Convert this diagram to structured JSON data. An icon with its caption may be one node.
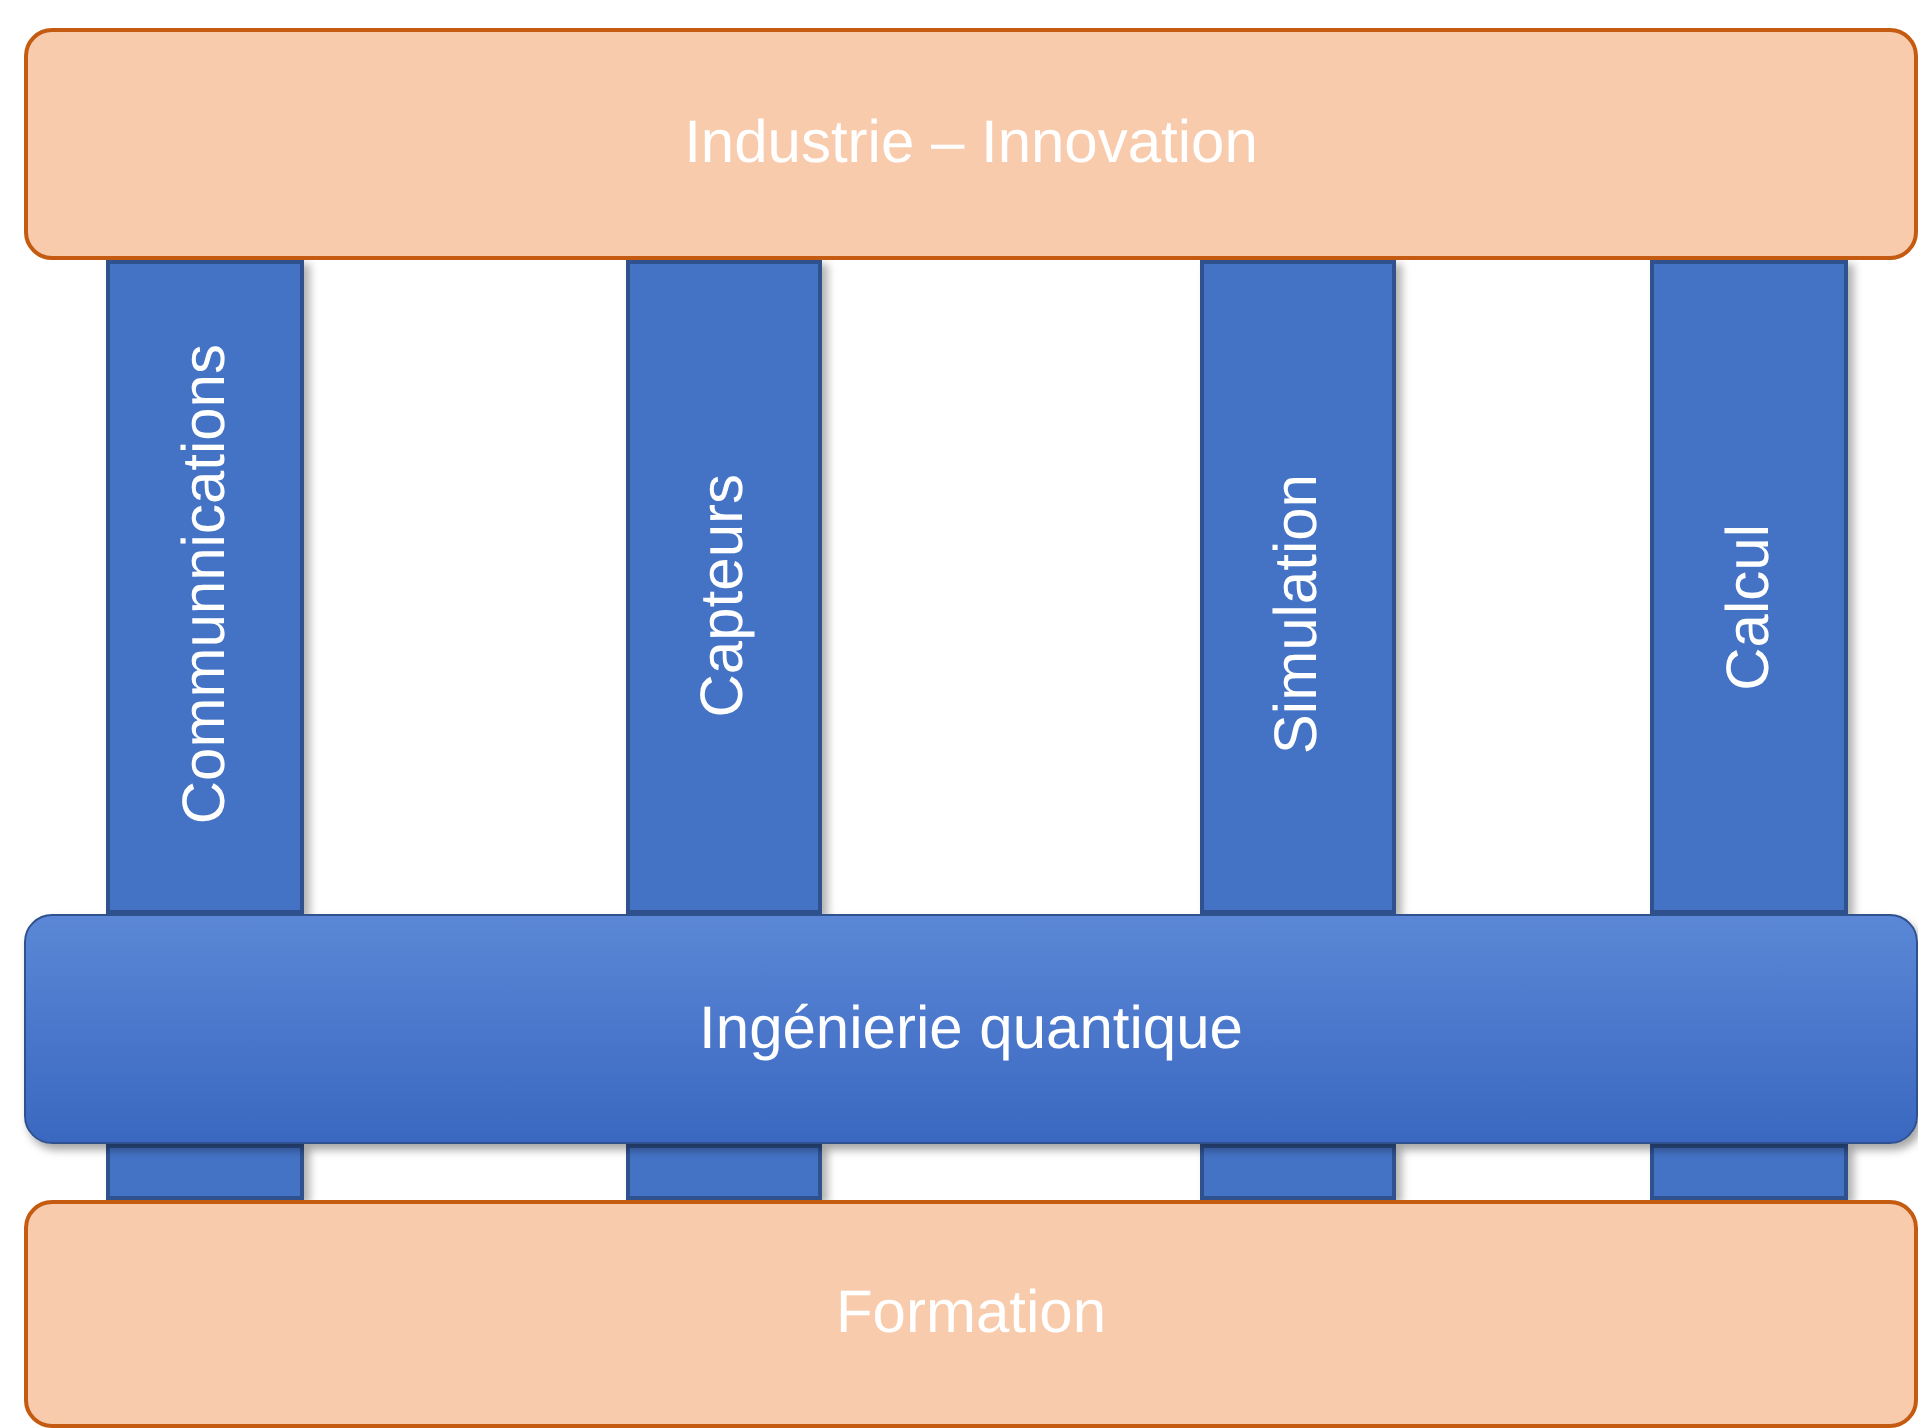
{
  "diagram": {
    "nodes": [
      {
        "text": [
          "Industrie – Innovation"
        ]
      },
      {
        "text": [
          "Communnications"
        ]
      },
      {
        "text": [
          "Capteurs"
        ]
      },
      {
        "text": [
          "Simulation"
        ]
      },
      {
        "text": [
          "Calcul"
        ]
      },
      {
        "text": [
          "Ingénierie quantique"
        ]
      },
      {
        "text": [],
        "shape": "bar"
      },
      {
        "text": [],
        "shape": "bar"
      },
      {
        "text": [],
        "shape": "bar"
      },
      {
        "text": [],
        "shape": "bar"
      },
      {
        "text": [
          "Formation"
        ]
      }
    ]
  }
}
